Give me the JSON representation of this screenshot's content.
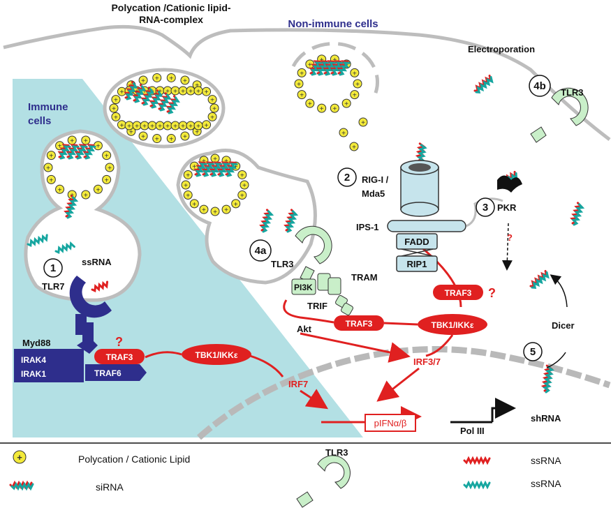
{
  "titles": {
    "complex": "Polycation /Cationic lipid-",
    "complex2": "RNA-complex",
    "non_immune": "Non-immune cells",
    "immune": "Immune",
    "immune2": "cells",
    "electroporation": "Electroporation"
  },
  "labels": {
    "ssrna": "ssRNA",
    "tlr7": "TLR7",
    "myd88": "Myd88",
    "irak4": "IRAK4",
    "irak1": "IRAK1",
    "traf6": "TRAF6",
    "traf3": "TRAF3",
    "tbk1": "TBK1/IKKε",
    "irf7": "IRF7",
    "tlr3": "TLR3",
    "pi3k": "PI3K",
    "tram": "TRAM",
    "trif": "TRIF",
    "akt": "Akt",
    "rigi": "RIG-I /",
    "mda5": "Mda5",
    "ips1": "IPS-1",
    "fadd": "FADD",
    "rip1": "RIP1",
    "pkr": "PKR",
    "irf37": "IRF3/7",
    "pifn": "pIFNα/β",
    "dicer": "Dicer",
    "shrna": "shRNA",
    "pol3": "Pol III",
    "question": "?"
  },
  "steps": {
    "s1": "1",
    "s2": "2",
    "s3": "3",
    "s4a": "4a",
    "s4b": "4b",
    "s5": "5"
  },
  "legend": {
    "polycation": "Polycation / Cationic Lipid",
    "sirna": "siRNA",
    "tlr3": "TLR3",
    "ssrna_red": "ssRNA",
    "ssrna_teal": "ssRNA"
  },
  "colors": {
    "immune_bg": "#b3e0e4",
    "membrane": "#bdbdbd",
    "red": "#e02020",
    "navy": "#2e2e8c",
    "tlr_green": "#c9efc9",
    "receptor_blue": "#c6e4ec",
    "bead_yellow": "#f3ea3a",
    "teal": "#16a6a0"
  }
}
